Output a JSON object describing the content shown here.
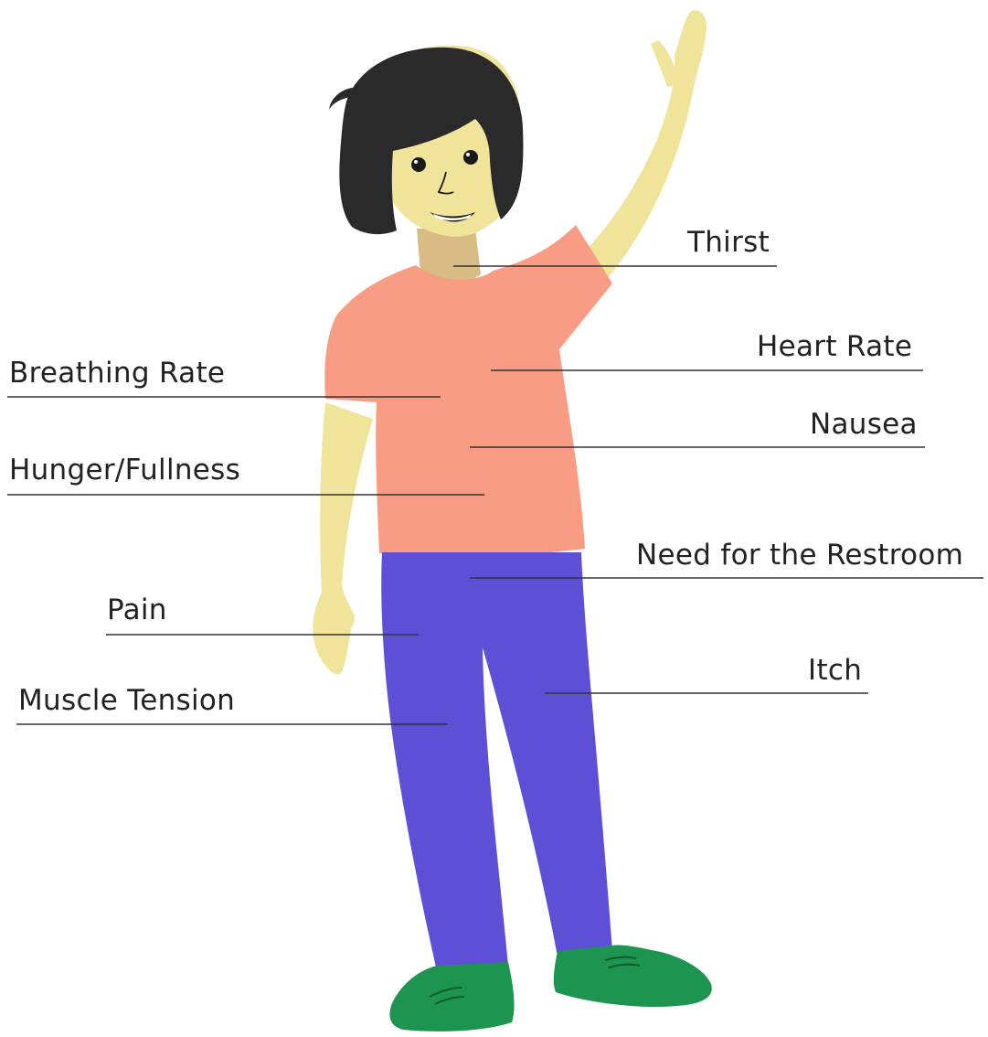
{
  "colors": {
    "skin": "#F0E39A",
    "neck": "#D9BC83",
    "hair": "#2A2A2A",
    "shirt": "#F89C84",
    "pants": "#5E50D6",
    "shoes": "#1D9450",
    "line": "#333333",
    "text": "#222222"
  },
  "labels": {
    "thirst": "Thirst",
    "heart_rate": "Heart Rate",
    "breathing_rate": "Breathing Rate",
    "nausea": "Nausea",
    "hunger_fullness": "Hunger/Fullness",
    "need_restroom": "Need for the Restroom",
    "pain": "Pain",
    "itch": "Itch",
    "muscle_tension": "Muscle Tension"
  }
}
